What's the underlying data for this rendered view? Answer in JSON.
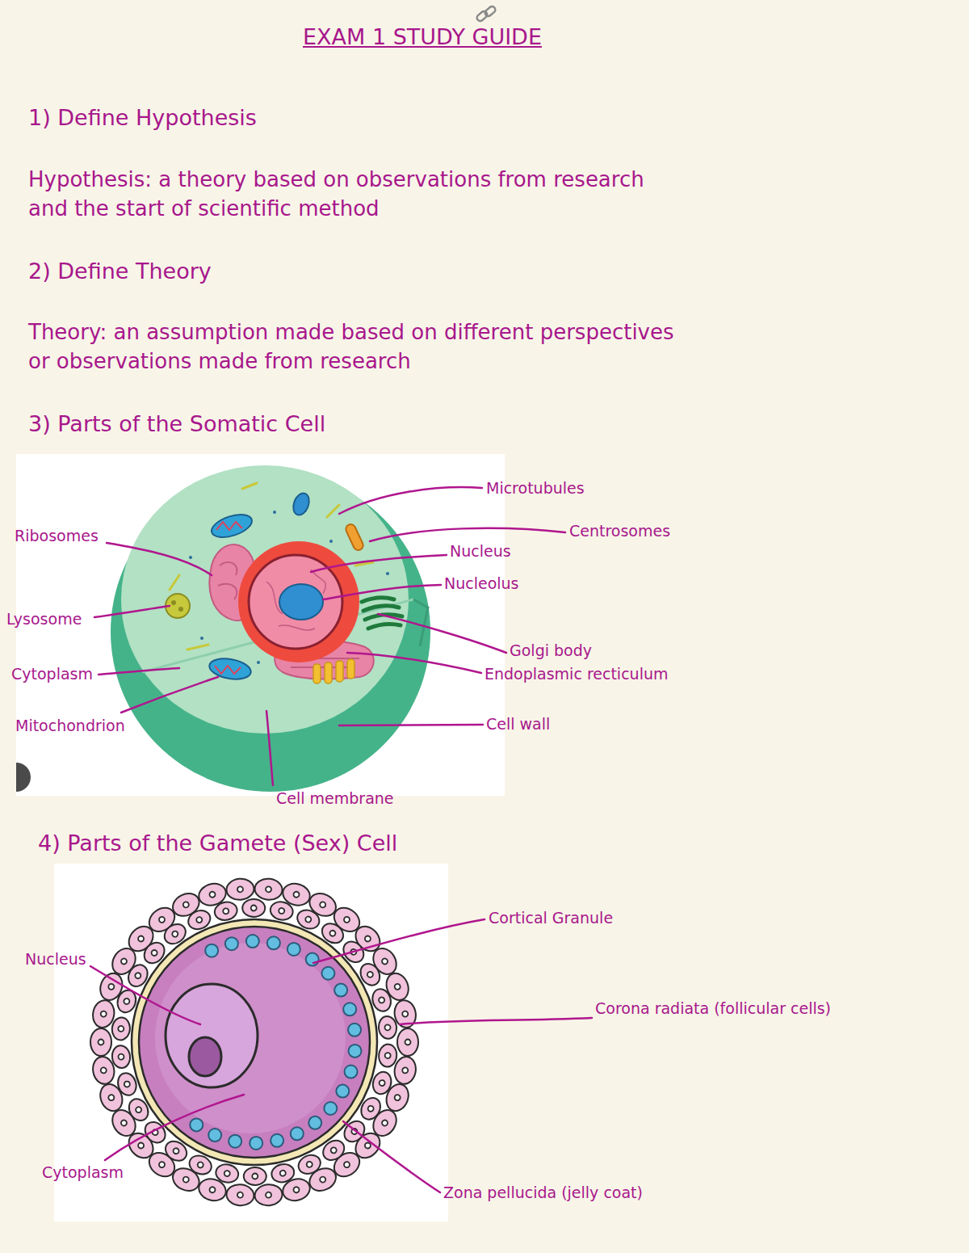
{
  "diagram": {
    "title": "EXAM 1 STUDY GUIDE",
    "labels": [
      "1) Define Hypothesis",
      "Hypothesis: a theory based on observations from research and the start of scientific method",
      "2) Define Theory",
      "Theory: an assumption made based on different perspectives or observations made from research",
      "3) Parts of the Somatic Cell",
      "Microtubules",
      "Centrosomes",
      "Ribosomes",
      "Nucleus",
      "Nucleolus",
      "Lysosome",
      "Golgi body",
      "Cytoplasm",
      "Endoplasmic recticulum",
      "Cell wall",
      "Mitochondrion",
      "Cell membrane",
      "4) Parts of the Gamete (Sex) Cell",
      "Cortical Granule",
      "Nucleus",
      "Corona radiata (follicular cells)",
      "Cytoplasm",
      "Zona pellucida (jelly coat)"
    ]
  }
}
